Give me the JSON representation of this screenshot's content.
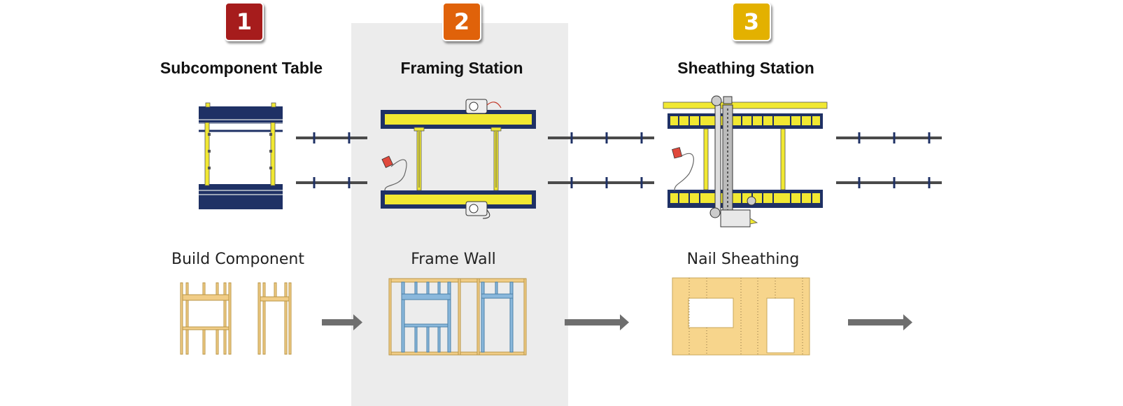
{
  "stations": [
    {
      "number": "1",
      "title": "Subcomponent Table",
      "label": "Build Component",
      "color": "#a61c1c"
    },
    {
      "number": "2",
      "title": "Framing Station",
      "label": "Frame Wall",
      "color": "#e0620a"
    },
    {
      "number": "3",
      "title": "Sheathing Station",
      "label": "Nail Sheathing",
      "color": "#e3b100"
    }
  ],
  "colors": {
    "machine_frame": "#1f3165",
    "machine_yellow": "#f1e832",
    "rail": "#4a4a4a",
    "wood": "#f1cd86",
    "stud_blue": "#8ab8dc",
    "sheathing": "#f7d58c",
    "arrow": "#6e6e6e",
    "highlight": "#ececec"
  }
}
